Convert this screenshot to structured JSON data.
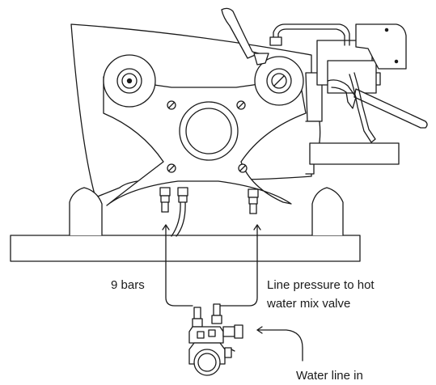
{
  "diagram": {
    "labels": {
      "nine_bars": "9 bars",
      "line_pressure_1": "Line pressure to hot",
      "line_pressure_2": "water mix valve",
      "water_line_in": "Water line in"
    },
    "colors": {
      "stroke": "#1a1a1a",
      "fill": "#ffffff"
    }
  }
}
